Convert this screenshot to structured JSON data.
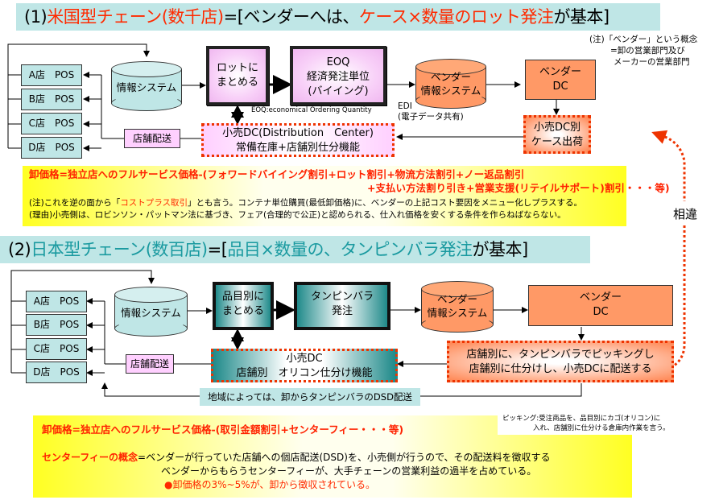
{
  "section1": {
    "title_prefix": "(1)",
    "title_red": "米国型チェーン(数千店)",
    "title_mid": "=[ベンダーへは、",
    "title_red2": "ケース×数量のロット発注",
    "title_end": "が基本]",
    "note": [
      "(注)「ベンダー」という概念",
      "=卸の営業部門及び",
      "メーカーの営業部門"
    ],
    "stores": [
      "A店　POS",
      "B店　POS",
      "C店　POS",
      "D店　POS"
    ],
    "info_system": "情報システム",
    "lot": [
      "ロットに",
      "まとめる"
    ],
    "eoq": [
      "EOQ",
      "経済発注単位",
      "(バイイング)"
    ],
    "eoq_note": "EOQ:economical Ordering Quantity",
    "vendor_info": [
      "ベンダー",
      "情報システム"
    ],
    "vendor_dc": [
      "ベンダー",
      "DC"
    ],
    "edi": [
      "EDI",
      "(電子データ共有)"
    ],
    "store_delivery": "店舗配送",
    "retail_dc": [
      "小売DC(Distribution　Center)",
      "常備在庫+店舗別仕分機能"
    ],
    "case_ship": [
      "小売DC別",
      "ケース出荷"
    ],
    "price_line1": "卸価格=独立店へのフルサービス価格-(フォワードバイイング割引+ロット割引+物流方法割引+ノー返品割引",
    "price_line2": "+支払い方法割り引き+営業支援(リテイルサポート)割引・・・等)",
    "note1_pre": "(注)これを逆の面から「",
    "note1_red": "コストプラス取引",
    "note1_post": "」とも言う。コンテナ単位購買(最低卸価格)に、ベンダーの上記コスト要因をメニュー化しプラスする。",
    "reason": "(理由)小売側は、ロビンソン・パットマン法に基づき、フェア(合理的で公正)と認められる、仕入れ価格を安くする条件を作らねばならない。"
  },
  "difference_label": "相違",
  "section2": {
    "title_prefix": "(2)",
    "title_teal": "日本型チェーン(数百店)",
    "title_mid": "=[",
    "title_teal2": "品目×数量の、タンピンバラ発注",
    "title_end": "が基本]",
    "stores": [
      "A店　POS",
      "B店　POS",
      "C店　POS",
      "D店　POS"
    ],
    "info_system": "情報システム",
    "by_item": [
      "品目別に",
      "まとめる"
    ],
    "tanpin": [
      "タンピンバラ",
      "発注"
    ],
    "vendor_info": [
      "ベンダー",
      "情報システム"
    ],
    "vendor_dc": [
      "ベンダー",
      "DC"
    ],
    "store_delivery": "店舗配送",
    "retail_dc": [
      "小売DC",
      "店舗別　オリコン仕分け機能"
    ],
    "picking": [
      "店舗別に、タンピンバラでピッキングし",
      "店舗別に仕分けし、小売DCに配送する"
    ],
    "dsd": "地域によっては、卸からタンピンバラのDSD配送",
    "picking_note": [
      "ピッキング:受注商品を、品目別にカゴ(オリコン)に",
      "入れ、店舗別に仕分ける倉庫内作業を言う。"
    ],
    "price_line": "卸価格=独立店へのフルサービス価格-(取引金額割引+センターフィー・・・等)",
    "center_fee_label": "センターフィーの概念",
    "center_fee_line1": "=ベンダーが行っていた店舗への個店配送(DSD)を、小売側が行うので、その配送料を徴収する",
    "center_fee_line2": "ベンダーからもらうセンターフィーが、大手チェーンの営業利益の過半を占めている。",
    "center_fee_bullet": "●卸価格の3%~5%が、卸から徴収されている。"
  }
}
